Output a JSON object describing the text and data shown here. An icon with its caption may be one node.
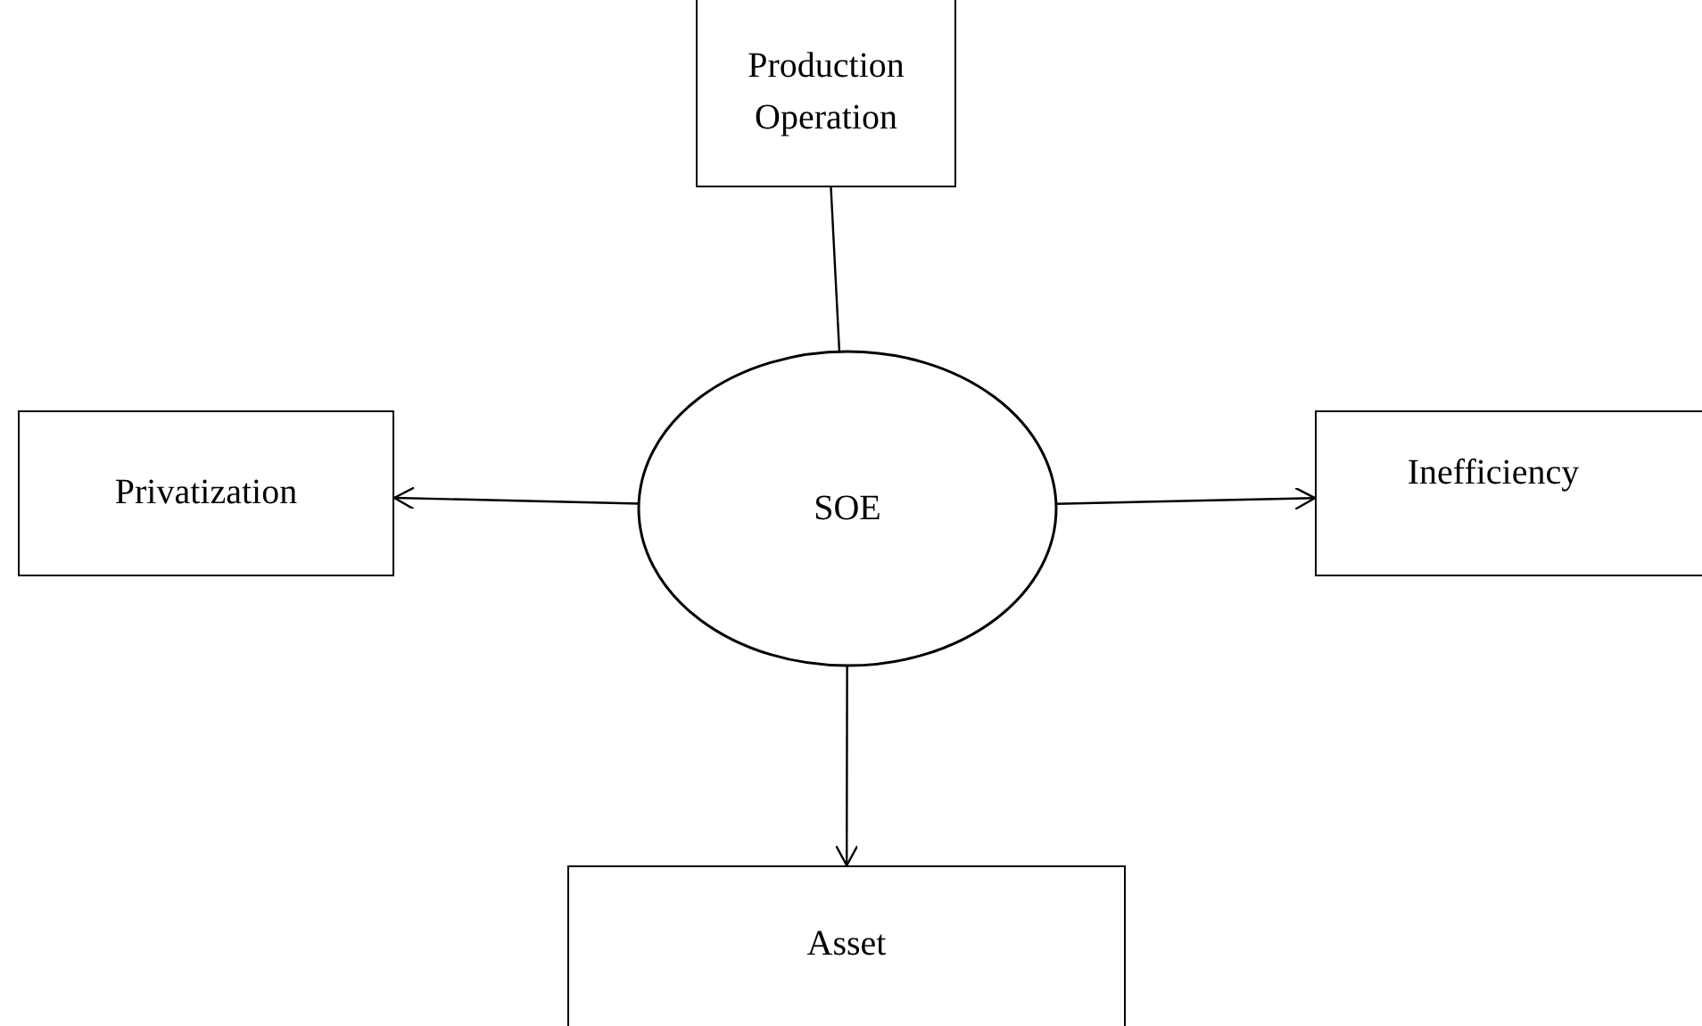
{
  "diagram": {
    "nodes": [
      {
        "text": [
          "Production Operation"
        ]
      },
      {
        "text": [
          "SOE"
        ]
      },
      {
        "text": [
          "Privatization"
        ]
      },
      {
        "text": [
          "Inefficiency"
        ]
      },
      {
        "text": [
          "Asset"
        ]
      }
    ],
    "edges": [
      {
        "from": 1,
        "to": 0,
        "arrow": "none"
      },
      {
        "from": 1,
        "to": 2,
        "arrow": "to"
      },
      {
        "from": 1,
        "to": 3,
        "arrow": "to"
      },
      {
        "from": 1,
        "to": 4,
        "arrow": "to"
      }
    ]
  }
}
